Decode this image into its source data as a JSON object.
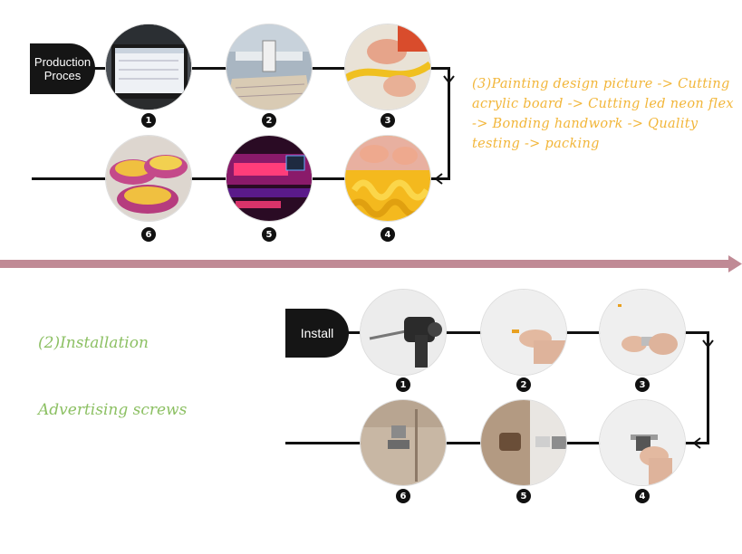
{
  "production": {
    "label_line1": "Production",
    "label_line2": "Proces",
    "steps": [
      {
        "number": "1",
        "image": "computer-monitor-design-photo"
      },
      {
        "number": "2",
        "image": "cnc-engraving-machine-photo"
      },
      {
        "number": "3",
        "image": "cutting-neon-flex-photo"
      },
      {
        "number": "4",
        "image": "bonding-yellow-neon-letters-photo"
      },
      {
        "number": "5",
        "image": "neon-lighting-test-photo"
      },
      {
        "number": "6",
        "image": "packed-neon-coils-photo"
      }
    ],
    "description": "(3)Painting design picture -> Cutting acrylic board -> Cutting led neon flex -> Bonding handwork -> Quality testing -> packing",
    "description_color": "#f2b63a"
  },
  "divider": {
    "color": "#c08a95"
  },
  "install": {
    "label": "Install",
    "steps": [
      {
        "number": "1",
        "image": "drill-on-wall-photo"
      },
      {
        "number": "2",
        "image": "hand-marking-wall-photo"
      },
      {
        "number": "3",
        "image": "inserting-wall-anchor-photo"
      },
      {
        "number": "4",
        "image": "screwdriver-fixing-photo"
      },
      {
        "number": "5",
        "image": "standoff-screw-mounted-photo"
      },
      {
        "number": "6",
        "image": "acrylic-panel-on-standoff-photo"
      }
    ],
    "title": "(2)Installation",
    "subtitle": "Advertising screws",
    "text_color": "#8cc063"
  }
}
